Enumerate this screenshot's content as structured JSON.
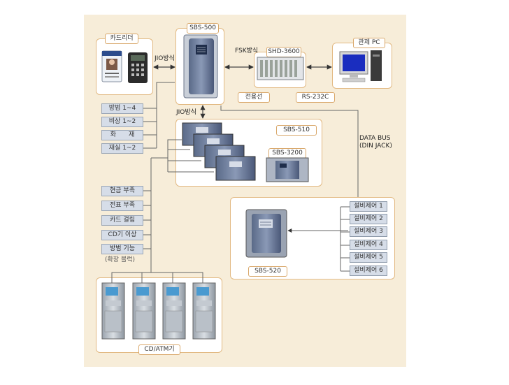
{
  "nodes": {
    "card_reader": "카드리더",
    "sbs500": "SBS-500",
    "shd3600": "SHD-3600",
    "monitor_pc": "관제 PC",
    "sbs510": "SBS-510",
    "sbs3200": "SBS-3200",
    "sbs520": "SBS-520",
    "cd_atm": "CD/ATM기"
  },
  "links": {
    "jio_top": "JIO방식",
    "fsk": "FSK방식",
    "jio_mid": "JIO방식",
    "dedicated_line": "전용선",
    "rs232c": "RS-232C",
    "data_bus": "DATA BUS",
    "din_jack": "(DIN JACK)"
  },
  "inputs_top": [
    "방범 1~4",
    "비상 1~2",
    "화　　재",
    "재실 1~2"
  ],
  "inputs_atm": [
    "현금 부족",
    "전표 부족",
    "카드 걸림",
    "CD기 이상",
    "방범 기능"
  ],
  "expansion_note": "(확장 블럭)",
  "equipment_controls": [
    "설비제어 1",
    "설비제어 2",
    "설비제어 3",
    "설비제어 4",
    "설비제어 5",
    "설비제어 6"
  ],
  "colors": {
    "background": "#f7edd9",
    "frame_border": "#e2b982",
    "button_fill": "#d6dde8",
    "line": "#555555"
  }
}
